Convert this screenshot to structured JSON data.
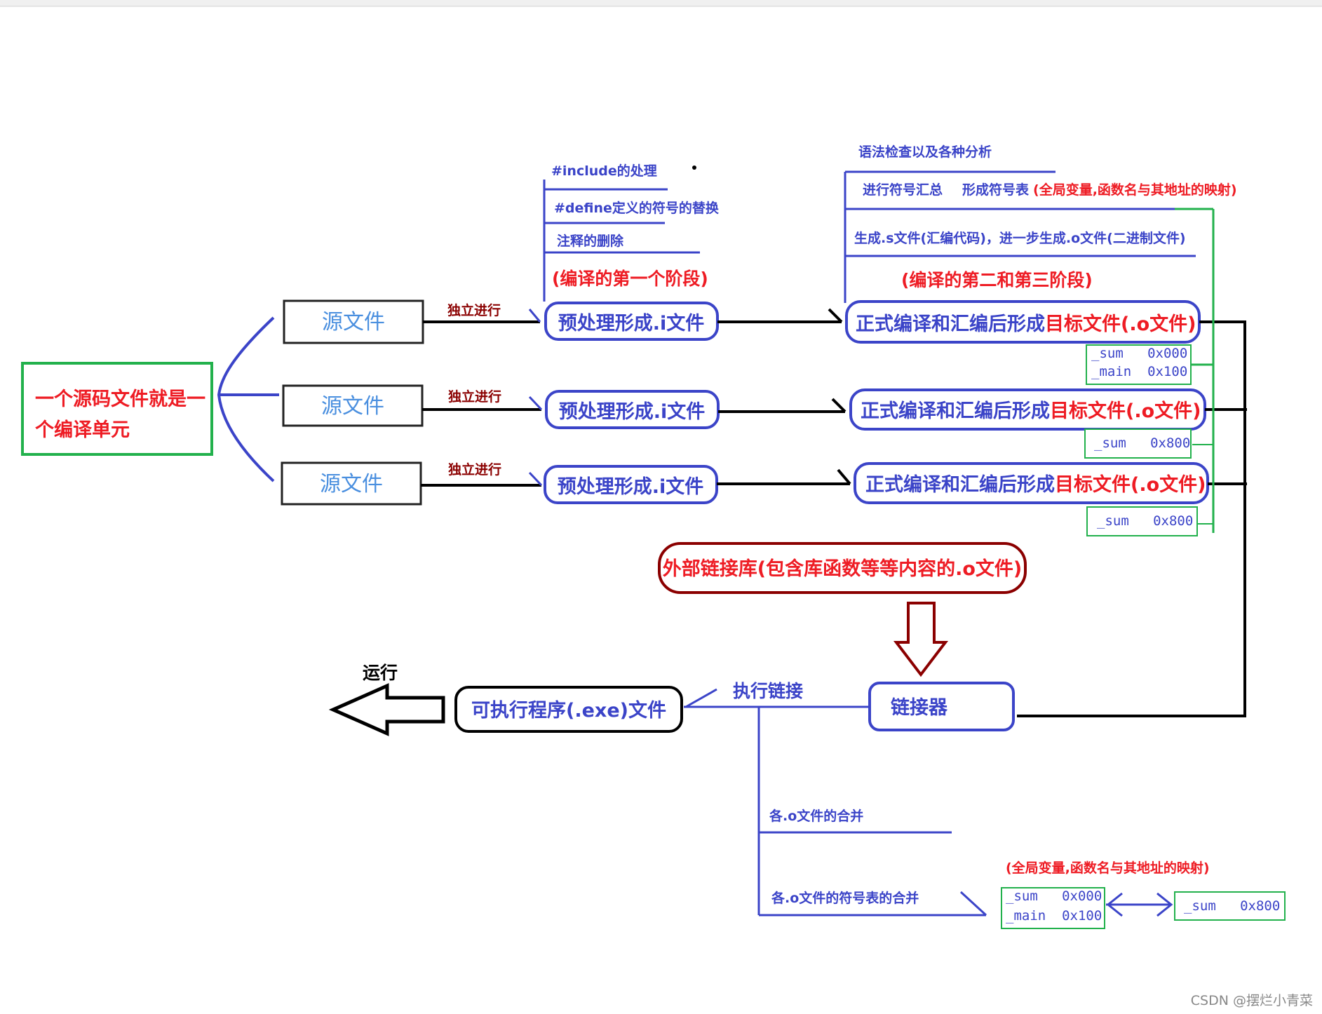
{
  "colors": {
    "blue": "#3b44c8",
    "red": "#ee1c24",
    "darkred": "#8b0000",
    "green": "#22b14c",
    "black": "#000000",
    "lightblue": "#4a8fdf",
    "gray": "#888888"
  },
  "left": {
    "unit_line1": "一个源码文件就是一",
    "unit_line2": "个编译单元"
  },
  "source_file": "源文件",
  "independent": "独立进行",
  "preprocess_box": "预处理形成.i文件",
  "compile_box_prefix": "正式编译和汇编后形成",
  "compile_box_suffix": "目标文件(.o文件)",
  "stage1": {
    "items": [
      "#include的处理",
      "#define定义的符号的替换",
      "注释的删除"
    ],
    "title": "(编译的第一个阶段)"
  },
  "stage23": {
    "item1": "语法检查以及各种分析",
    "item2a": "进行符号汇总",
    "item2b": "形成符号表",
    "item2c": "(全局变量,函数名与其地址的映射)",
    "item3": "生成.s文件(汇编代码)，进一步生成.o文件(二进制文件)",
    "title": "(编译的第二和第三阶段)"
  },
  "symtabs": {
    "t1": [
      "_sum   0x000",
      "_main  0x100"
    ],
    "t2": [
      "_sum   0x800"
    ],
    "t3": [
      "_sum   0x800"
    ]
  },
  "external_lib": "外部链接库(包含库函数等等内容的.o文件)",
  "linker": "链接器",
  "execute_link": "执行链接",
  "executable": "可执行程序(.exe)文件",
  "run": "运行",
  "link_items": [
    "各.o文件的合并",
    "各.o文件的符号表的合并"
  ],
  "merge_note": "(全局变量,函数名与其地址的映射)",
  "merge_tables": {
    "left": [
      "_sum   0x000",
      "_main  0x100"
    ],
    "right": [
      "_sum   0x800"
    ]
  },
  "watermark": "CSDN @摆烂小青菜"
}
